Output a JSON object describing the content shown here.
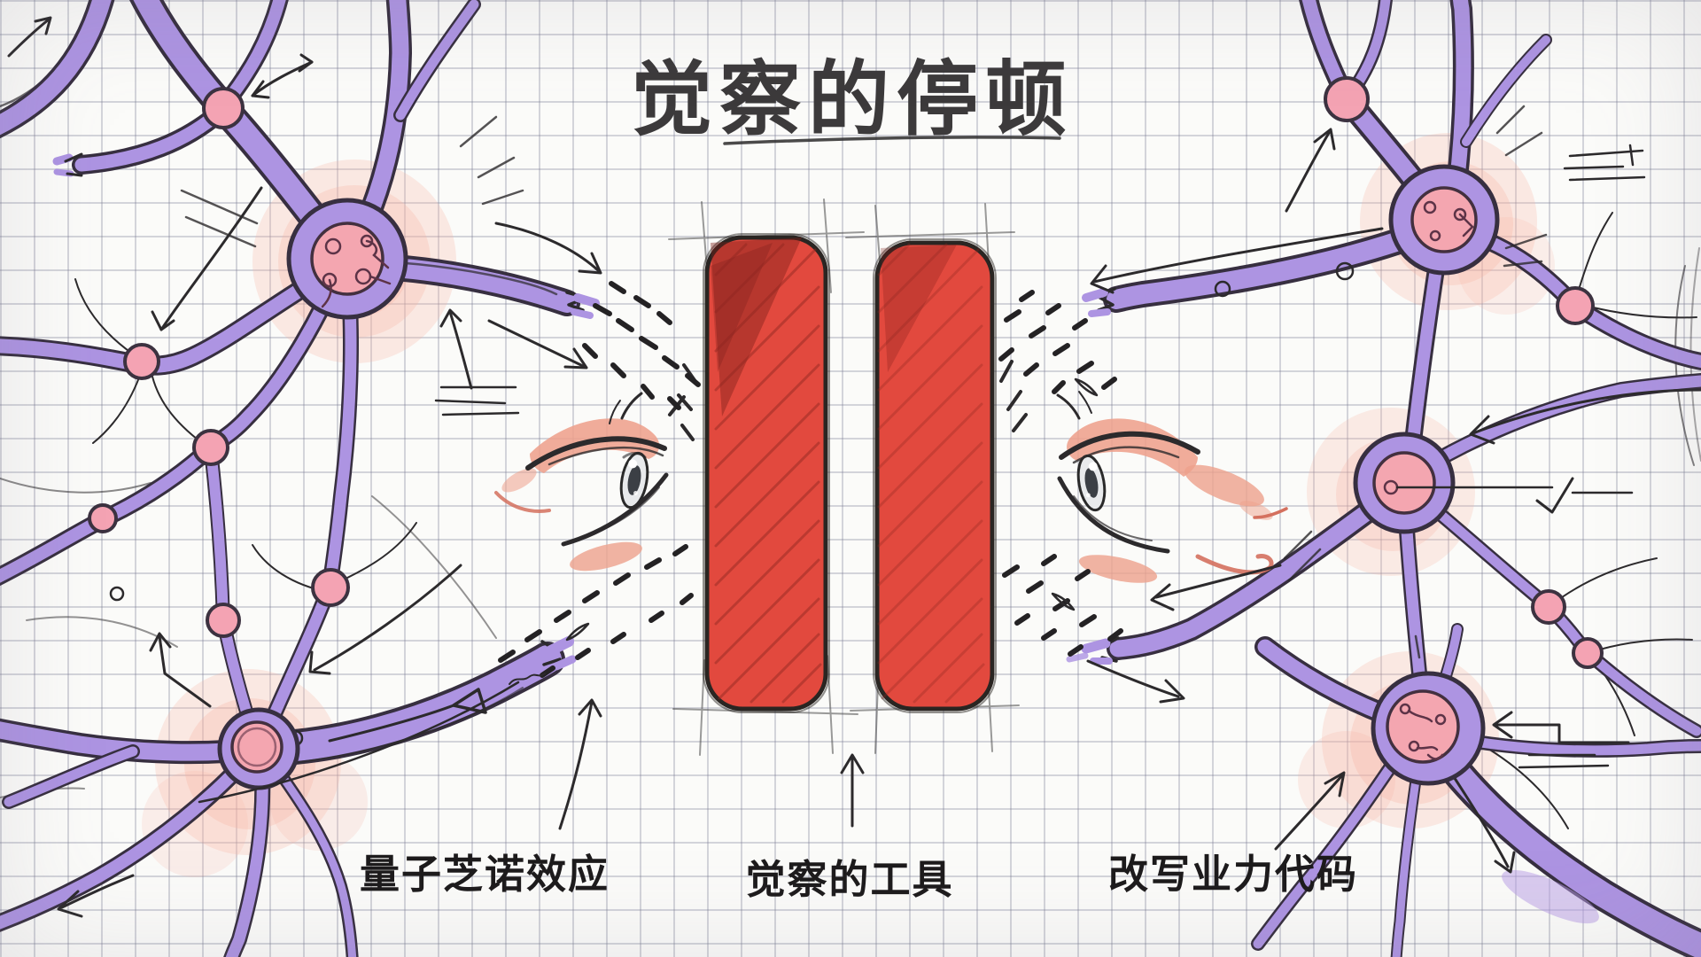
{
  "title": {
    "text": "觉察的停顿"
  },
  "captions": {
    "left": "量子芝诺效应",
    "center": "觉察的工具",
    "right": "改写业力代码"
  },
  "palette": {
    "paper": "#fbfbf9",
    "grid": "#c5c6cf",
    "ink": "#2c2a2c",
    "neuron_purple": "#ad94e2",
    "neuron_outline": "#372f40",
    "node_pink": "#f4a3b3",
    "nucleus_pink": "#f4a6b0",
    "glow_salmon": "#f7b3a3",
    "bar_red": "#e2493e",
    "bar_shade": "#8e2620",
    "eyelid_peach": "#eea18c"
  }
}
